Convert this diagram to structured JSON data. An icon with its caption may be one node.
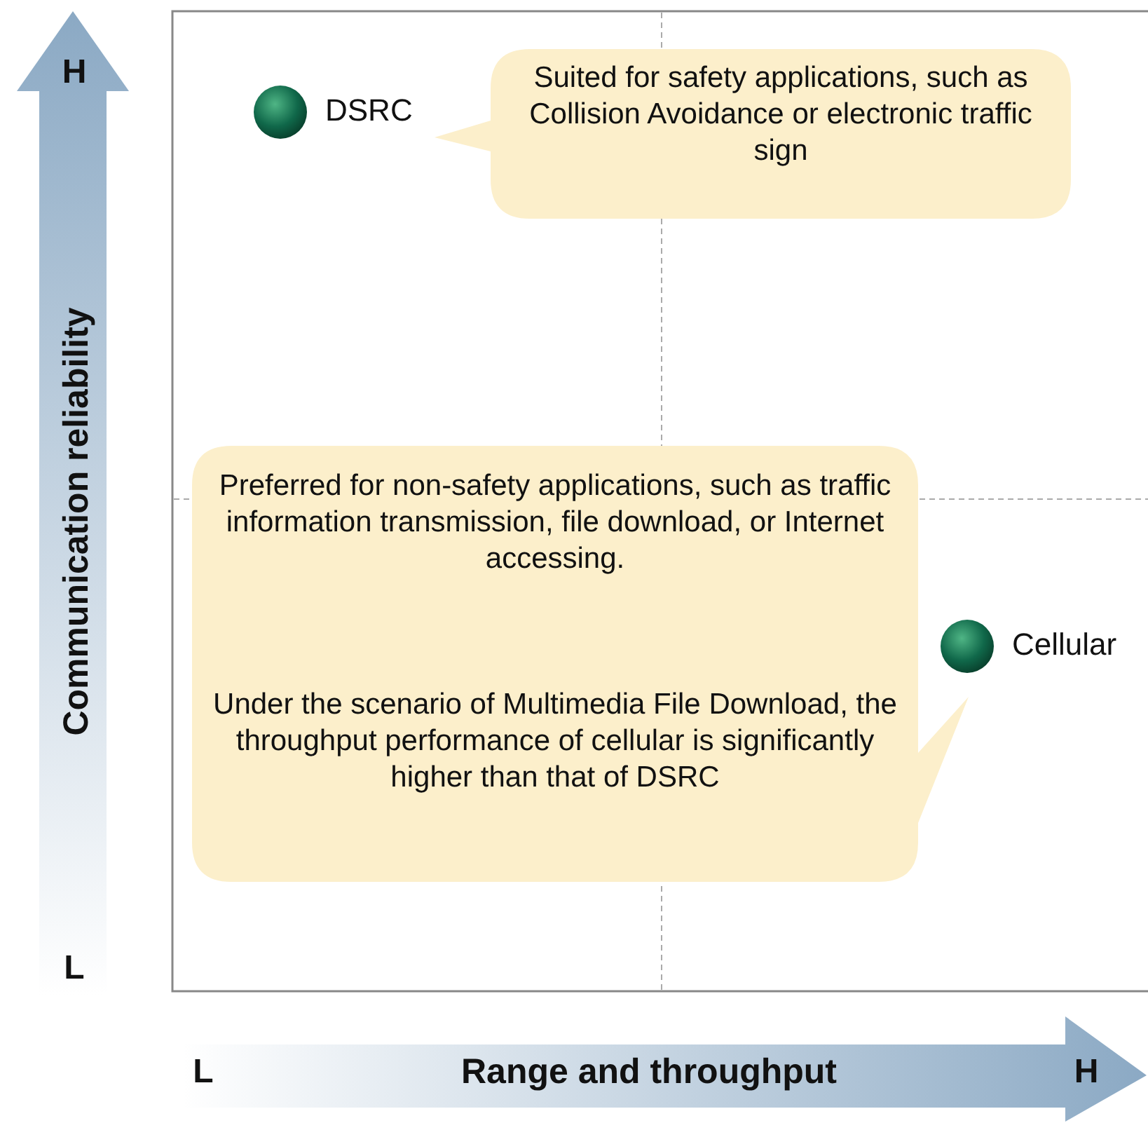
{
  "diagram": {
    "nodes": [
      {
        "text": [
          "DSRC"
        ]
      },
      {
        "text": [
          "Suited for safety applications, such as Collision Avoidance or electronic traffic sign"
        ]
      },
      {
        "text": [
          "Preferred for non-safety applications, such as traffic information transmission, file download, or Internet accessing.",
          "Under the scenario of Multimedia File Download, the throughput performance of cellular is significantly higher than that of DSRC"
        ]
      },
      {
        "text": [
          "Cellular"
        ]
      }
    ],
    "labels": [
      "H",
      "Communication reliability",
      "L",
      "L",
      "Range and throughput",
      "H"
    ]
  }
}
